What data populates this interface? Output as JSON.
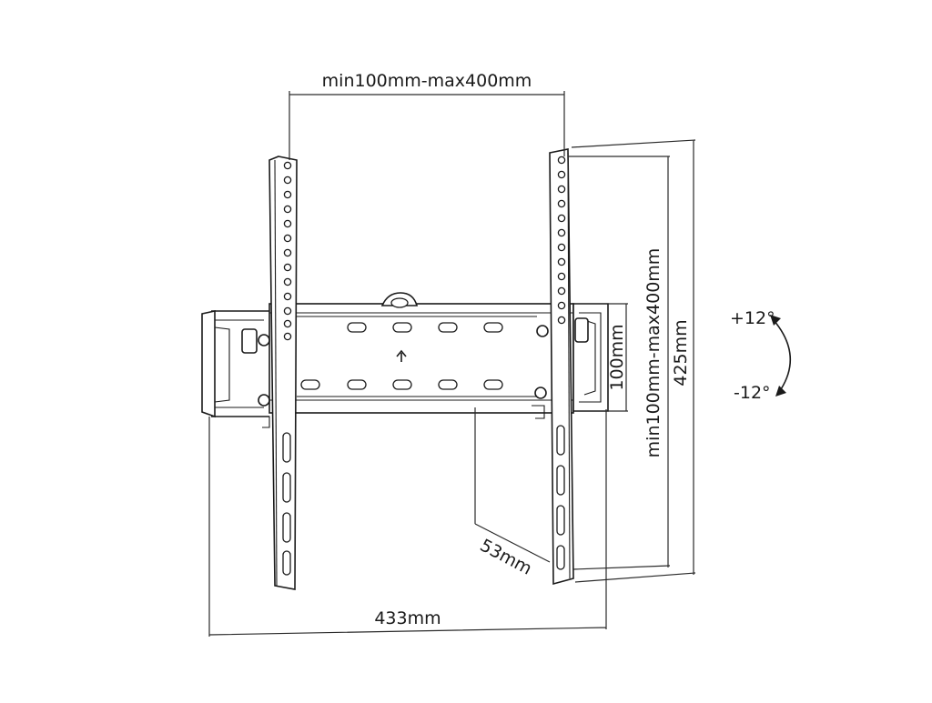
{
  "dimensions": {
    "top_width": "min100mm-max400mm",
    "vertical_range": "min100mm-max400mm",
    "bracket_height": "100mm",
    "total_height": "425mm",
    "depth": "53mm",
    "total_width": "433mm"
  },
  "tilt": {
    "up": "+12°",
    "down": "-12°"
  },
  "colors": {
    "line": "#1a1a1a",
    "background": "#ffffff"
  }
}
